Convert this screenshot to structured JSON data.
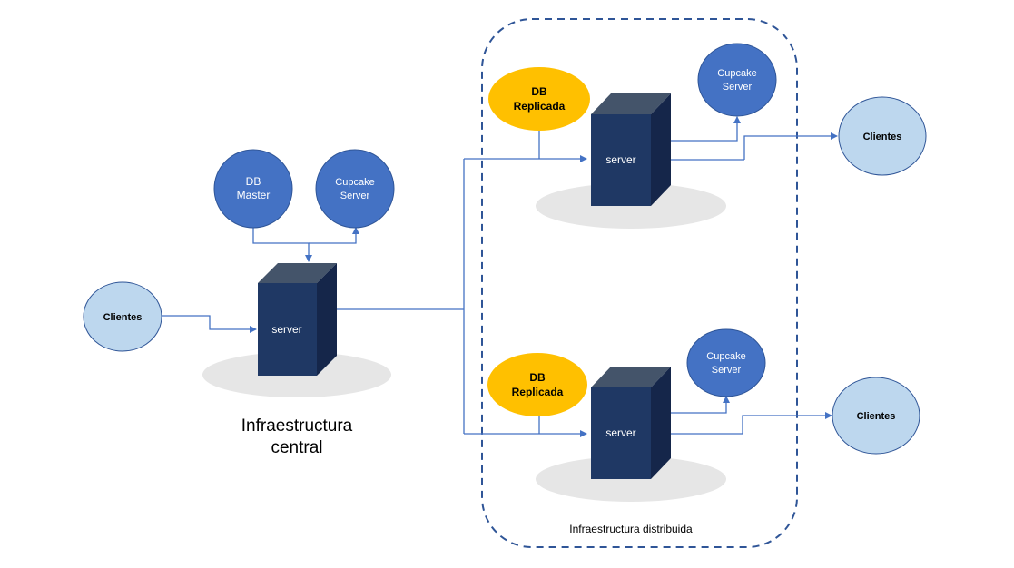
{
  "diagram": {
    "central": {
      "title_line1": "Infraestructura",
      "title_line2": "central",
      "db": {
        "line1": "DB",
        "line2": "Master"
      },
      "cupcake": {
        "line1": "Cupcake",
        "line2": "Server"
      },
      "server": "server",
      "clients": "Clientes"
    },
    "distributed": {
      "title": "Infraestructura distribuida",
      "top": {
        "db": {
          "line1": "DB",
          "line2": "Replicada"
        },
        "cupcake": {
          "line1": "Cupcake",
          "line2": "Server"
        },
        "server": "server",
        "clients": "Clientes"
      },
      "bottom": {
        "db": {
          "line1": "DB",
          "line2": "Replicada"
        },
        "cupcake": {
          "line1": "Cupcake",
          "line2": "Server"
        },
        "server": "server",
        "clients": "Clientes"
      }
    },
    "colors": {
      "db_master": "#4472c4",
      "cupcake": "#4472c4",
      "db_replica": "#ffc000",
      "clients": "#bdd7ee",
      "server_front": "#1f3864",
      "server_side": "#15264a",
      "server_top": "#44546a",
      "line": "#4472c4",
      "dashed_border": "#2f5597"
    }
  }
}
